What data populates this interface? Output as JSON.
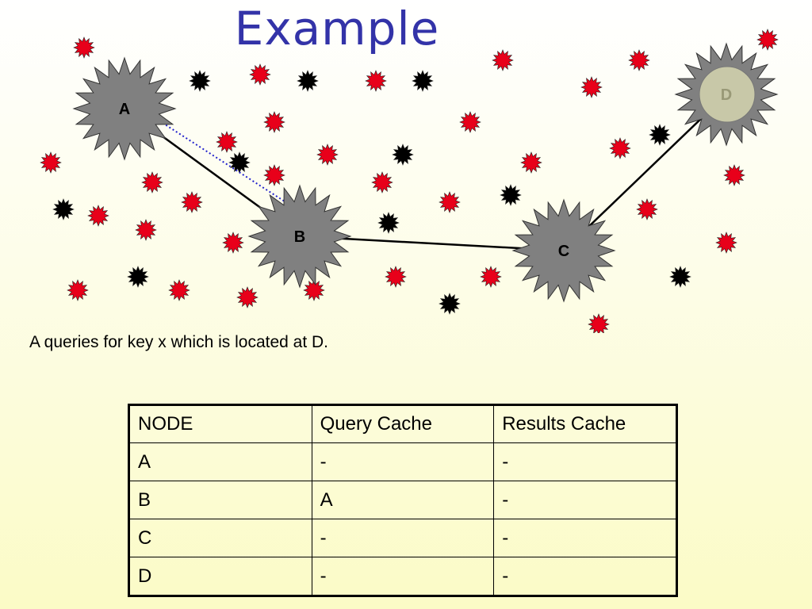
{
  "title": "Example",
  "caption": "A queries for key x which is located at D.",
  "nodes": {
    "A": {
      "label": "A",
      "fill": "#808080"
    },
    "B": {
      "label": "B",
      "fill": "#808080"
    },
    "C": {
      "label": "C",
      "fill": "#808080"
    },
    "D": {
      "label": "D",
      "fill": "#808080",
      "inner_fill": "#c8c8a8",
      "label_color": "#999977"
    }
  },
  "edges": [
    {
      "from": "A",
      "to": "B",
      "style": "solid"
    },
    {
      "from": "B",
      "to": "C",
      "style": "solid"
    },
    {
      "from": "C",
      "to": "D",
      "style": "solid"
    },
    {
      "from": "A",
      "to": "B",
      "style": "dotted",
      "color": "#2222cc"
    }
  ],
  "peer_colors": {
    "red": "#e8001a",
    "black": "#000000"
  },
  "table": {
    "headers": [
      "NODE",
      "Query Cache",
      "Results Cache"
    ],
    "rows": [
      [
        "A",
        "-",
        "-"
      ],
      [
        "B",
        "A",
        "-"
      ],
      [
        "C",
        "-",
        "-"
      ],
      [
        "D",
        "-",
        "-"
      ]
    ]
  }
}
